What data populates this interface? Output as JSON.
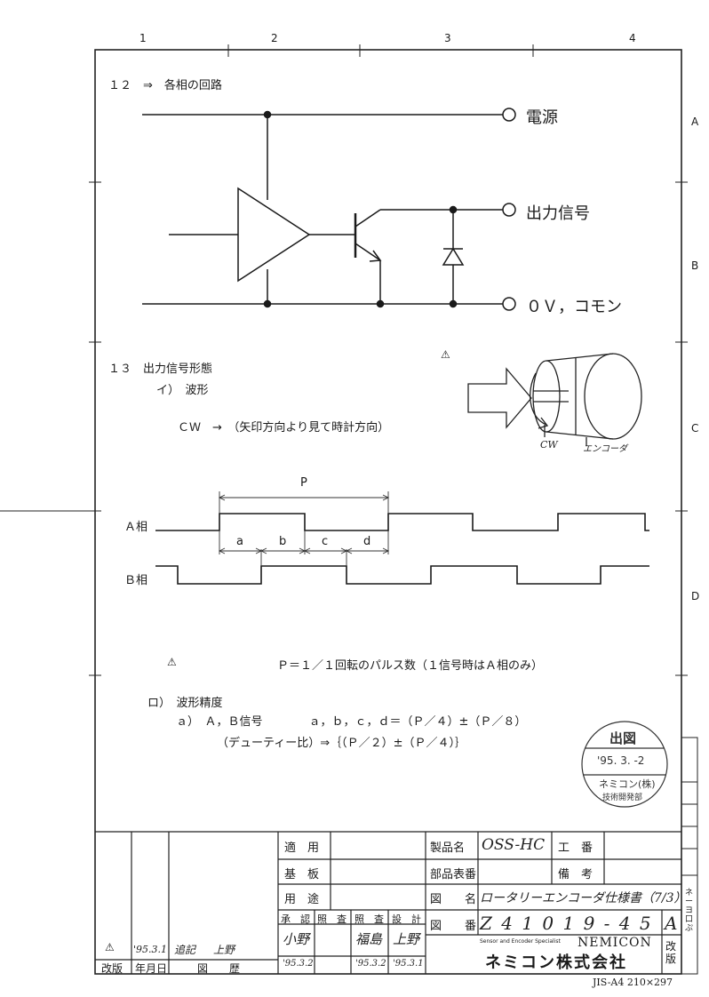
{
  "ruler": {
    "cols": [
      "1",
      "2",
      "3",
      "4"
    ],
    "rows": [
      "A",
      "B",
      "C",
      "D"
    ]
  },
  "section12": {
    "heading": "１２　⇒　各相の回路",
    "label_power": "電源",
    "label_output": "出力信号",
    "label_ground": "０Ｖ，コモン"
  },
  "section13": {
    "heading": "１３　出力信号形態",
    "sub_i": "イ）　波形",
    "cw_text": "ＣＷ　→　（矢印方向より見て時計方向）",
    "fig_cw": "CW",
    "fig_encoder": "エンコーダ",
    "revision_mark_1": "⚠",
    "period_label": "P",
    "phase_a": "Ａ相",
    "phase_b": "Ｂ相",
    "seg_a": "a",
    "seg_b": "b",
    "seg_c": "c",
    "seg_d": "d",
    "revision_mark_2": "⚠",
    "pulse_note": "Ｐ＝１／１回転のパルス数（１信号時はＡ相のみ）",
    "sub_ro": "ロ）　波形精度",
    "accuracy_line": "ａ）　Ａ，Ｂ信号　　　　ａ，ｂ，ｃ，ｄ＝（Ｐ／４）±（Ｐ／８）",
    "duty_line": "（デューティー比）⇒｛（Ｐ／２）±（Ｐ／４）｝"
  },
  "stamp": {
    "top": "出図",
    "date": "'95. 3. -2",
    "company": "ネミコン(株)",
    "dept": "技術開発部"
  },
  "titleblock": {
    "applicable": "適　用",
    "board": "基　板",
    "usage": "用　途",
    "approval": "承　認",
    "check1": "照　査",
    "check2": "照　査",
    "design": "設　計",
    "product_name_label": "製品名",
    "product_name": "OSS-HC",
    "construction_label": "工　番",
    "parts_label": "部品表番",
    "remarks_label": "備　考",
    "drawing_name_label": "図　　名",
    "drawing_name": "ロータリーエンコーダ仕様書（7/3）",
    "drawing_no_label": "図　　番",
    "drawing_no": "Z 4 1 0 1 9 - 4 5",
    "revision_letter": "A",
    "revision_label": "改版",
    "approve_sign": "小野",
    "approve_date": "'95.3.2",
    "check_sign": "福島",
    "check_date": "'95.3.2",
    "design_sign": "上野",
    "design_date": "'95.3.1",
    "company_tagline": "Sensor and Encoder Specialist",
    "company_en": "NEMICON",
    "company_jp": "ネミコン株式会社",
    "rev_mark": "⚠",
    "rev_date": "'95.3.1",
    "rev_desc": "追記",
    "rev_sign": "上野",
    "hist_rev": "改版",
    "hist_date": "年月日",
    "hist_desc": "図　　歴",
    "side_label": "ネーヨ口ぷ"
  },
  "footer": "JIS-A4 210×297"
}
